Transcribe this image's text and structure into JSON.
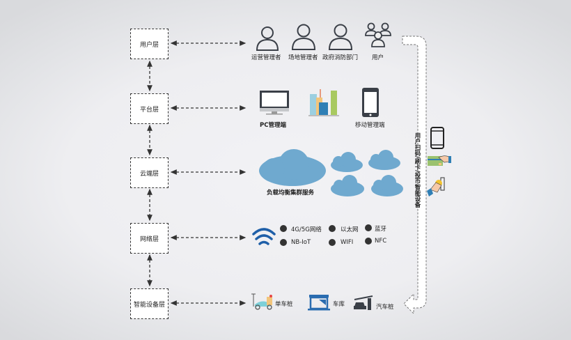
{
  "layers": [
    {
      "label": "用户层"
    },
    {
      "label": "平台层"
    },
    {
      "label": "云端层"
    },
    {
      "label": "网络层"
    },
    {
      "label": "智能设备层"
    }
  ],
  "user_layer": {
    "roles": [
      "运营管理者",
      "场地管理者",
      "政府消防部门",
      "用户"
    ]
  },
  "platform_layer": {
    "items": [
      "PC管理端",
      "移动管理端"
    ]
  },
  "cloud_layer": {
    "label": "负载均衡集群服务"
  },
  "network_layer": {
    "items": [
      "4G/5G网络",
      "以太网",
      "蓝牙",
      "NB-IoT",
      "WIFI",
      "NFC"
    ]
  },
  "device_layer": {
    "items": [
      "单车桩",
      "车库",
      "汽车桩"
    ]
  },
  "side_flow": {
    "label": "用户扫码/刷卡/投币智能设备"
  },
  "colors": {
    "cloud": "#6fa9cf",
    "wifi": "#1f5fa8",
    "icon_dark": "#3a3f47",
    "garage": "#2a6cb0"
  }
}
